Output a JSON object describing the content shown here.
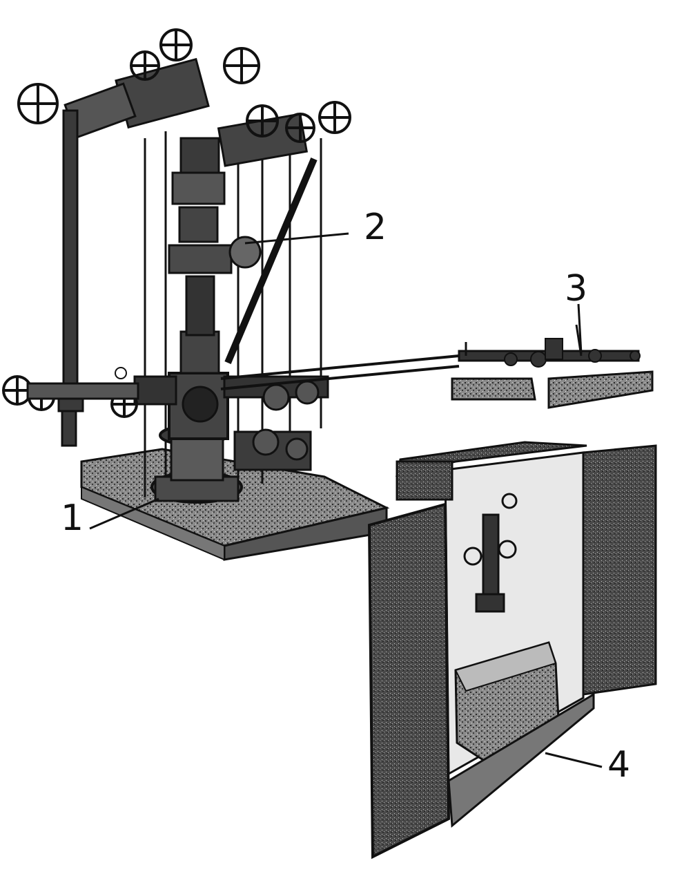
{
  "callouts": [
    {
      "number": "1"
    },
    {
      "number": "2"
    },
    {
      "number": "3"
    },
    {
      "number": "4"
    }
  ],
  "colors": {
    "ink": "#111111",
    "background": "#ffffff",
    "base_fill": "#9a9a9a",
    "cabinet_fill": "#6e6e6e"
  }
}
